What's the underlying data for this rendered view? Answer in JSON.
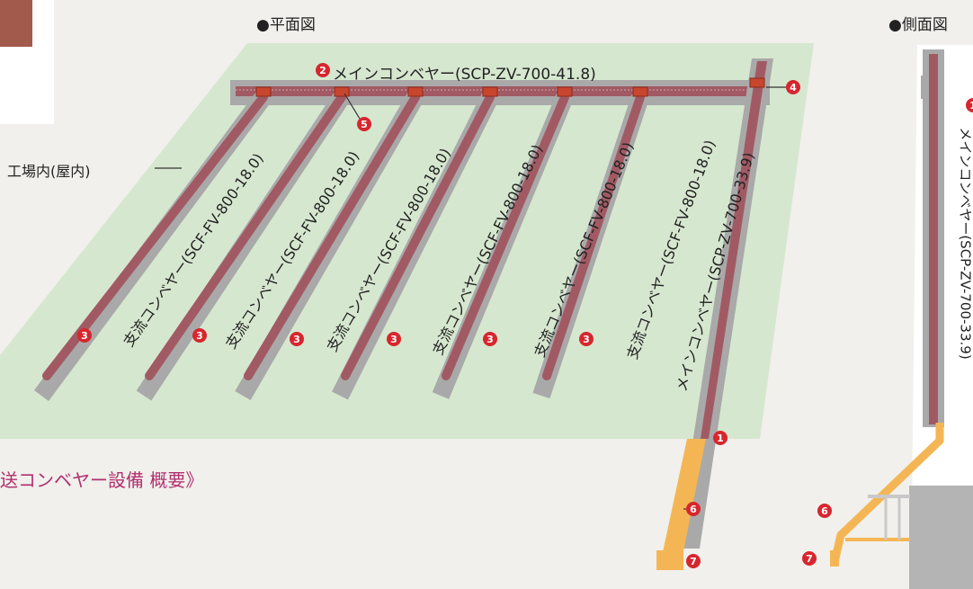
{
  "plan_view_title": "●平面図",
  "side_view_title": "●側面図",
  "factory_label": "工場内(屋内)",
  "section_caption": "送コンベヤー設備 概要》",
  "main_conveyor_top": "メインコンベヤー(SCP-ZV-700-41.8)",
  "main_conveyor_right": "メインコンベヤー(SCP-ZV-700-33.9)",
  "branch_conveyor_label": "支流コンベヤー(SCF-FV-800-18.0)",
  "side_main_label": "メインコンベヤー(SCP-ZV-700-33.9)",
  "markers": {
    "m1": "1",
    "m2": "2",
    "m3": "3",
    "m4": "4",
    "m5": "5",
    "m6": "6",
    "m7": "7"
  },
  "colors": {
    "floor": "#d6e7cf",
    "belt": "#a15a63",
    "frame": "#a9a9a9",
    "marker": "#d7262e",
    "incline": "#f4b655",
    "caption": "#b0306e"
  }
}
